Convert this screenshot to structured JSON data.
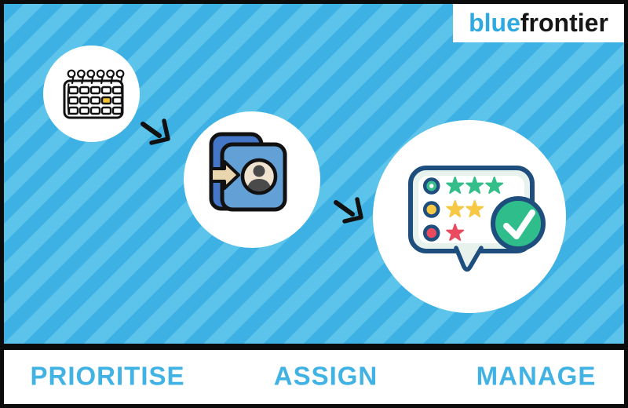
{
  "logo": {
    "part1": "blue",
    "part2": "frontier"
  },
  "steps": [
    {
      "id": "prioritise",
      "label": "PRIORITISE",
      "icon": "calendar-icon"
    },
    {
      "id": "assign",
      "label": "ASSIGN",
      "icon": "folder-assign-icon"
    },
    {
      "id": "manage",
      "label": "MANAGE",
      "icon": "feedback-rating-icon"
    }
  ],
  "calendar": {
    "rows": 3,
    "cols": 5,
    "highlight_row": 2,
    "highlight_col": 4
  },
  "rating": {
    "rows": [
      {
        "stars": 3,
        "color": "#33BE8A",
        "bullet": "ring"
      },
      {
        "stars": 2,
        "color": "#F6C844",
        "bullet": "filled"
      },
      {
        "stars": 1,
        "color": "#EA4B5F",
        "bullet": "filled"
      }
    ],
    "check": true
  },
  "colors": {
    "stripe-dark": "#3DB1E4",
    "stripe-light": "#5CC3EB",
    "accent-blue": "#41B2E4",
    "logo-blue": "#2FA9E1",
    "logo-dark": "#161616",
    "frame-black": "#0B0B0B",
    "navy": "#1D4E7E",
    "green": "#2FBE8B",
    "yellow": "#F6C844",
    "red": "#EA4B5F",
    "mint": "#E8F2EC",
    "calendar-highlight": "#F2C230",
    "folder-back-blue": "#4577C8",
    "folder-front-blue": "#63A0D6",
    "tan": "#E9D6AE",
    "cream": "#F0E4D0",
    "person-gray": "#4A4A4A",
    "ink": "#111111"
  }
}
